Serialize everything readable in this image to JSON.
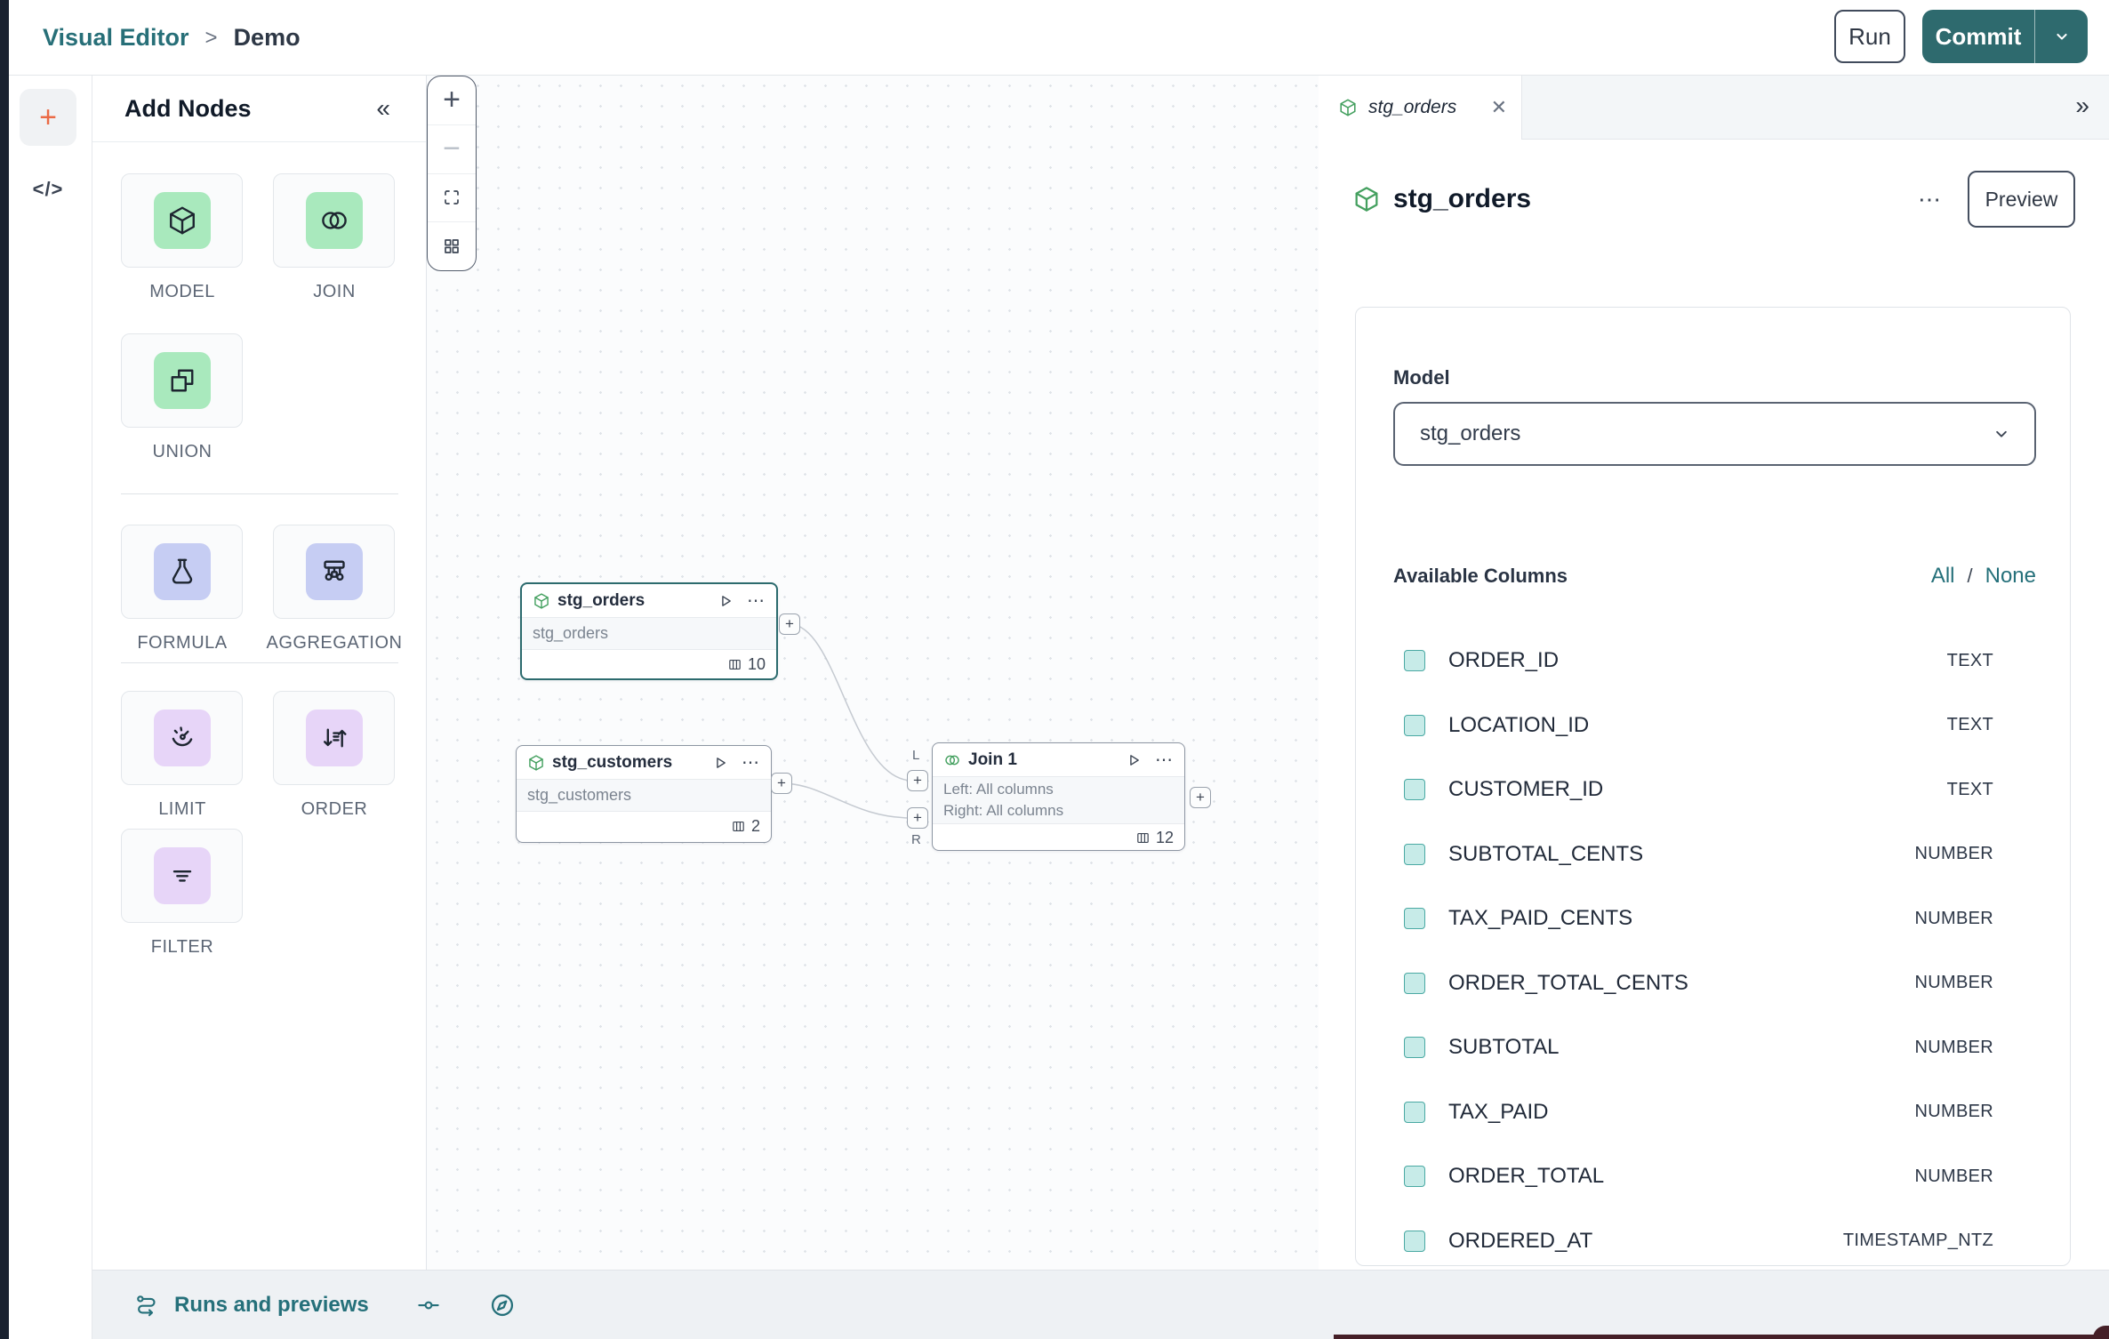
{
  "header": {
    "breadcrumb": {
      "root": "Visual Editor",
      "separator": ">",
      "current": "Demo"
    },
    "run_label": "Run",
    "commit_label": "Commit"
  },
  "rail": {
    "add_glyph": "+",
    "code_glyph": "</>"
  },
  "add_nodes": {
    "title": "Add Nodes",
    "collapse_glyph": "«",
    "items": [
      {
        "label": "MODEL",
        "icon": "cube-icon",
        "color": "green"
      },
      {
        "label": "JOIN",
        "icon": "venn-icon",
        "color": "green"
      },
      {
        "label": "UNION",
        "icon": "union-icon",
        "color": "green"
      },
      {
        "label": "FORMULA",
        "icon": "flask-icon",
        "color": "blue"
      },
      {
        "label": "AGGREGATION",
        "icon": "aggregation-icon",
        "color": "blue"
      },
      {
        "label": "LIMIT",
        "icon": "gauge-icon",
        "color": "purple"
      },
      {
        "label": "ORDER",
        "icon": "sort-icon",
        "color": "purple"
      },
      {
        "label": "FILTER",
        "icon": "filter-icon",
        "color": "purple"
      }
    ]
  },
  "canvas": {
    "nodes": [
      {
        "title": "stg_orders",
        "subtitle": "stg_orders",
        "columns_count": "10",
        "selected": true
      },
      {
        "title": "stg_customers",
        "subtitle": "stg_customers",
        "columns_count": "2",
        "selected": false
      },
      {
        "title": "Join 1",
        "body_line_1": "Left: All columns",
        "body_line_2": "Right: All columns",
        "columns_count": "12",
        "port_left": "L",
        "port_right": "R",
        "selected": false
      }
    ],
    "handle_glyph": "+"
  },
  "inspector": {
    "tab": {
      "title": "stg_orders",
      "close_glyph": "✕"
    },
    "collapse_glyph": "»",
    "title": "stg_orders",
    "menu_glyph": "⋯",
    "preview_label": "Preview",
    "model_label": "Model",
    "model_value": "stg_orders",
    "columns_header": "Available Columns",
    "select_all_label": "All",
    "select_divider": "/",
    "select_none_label": "None",
    "columns": [
      {
        "name": "ORDER_ID",
        "type": "TEXT"
      },
      {
        "name": "LOCATION_ID",
        "type": "TEXT"
      },
      {
        "name": "CUSTOMER_ID",
        "type": "TEXT"
      },
      {
        "name": "SUBTOTAL_CENTS",
        "type": "NUMBER"
      },
      {
        "name": "TAX_PAID_CENTS",
        "type": "NUMBER"
      },
      {
        "name": "ORDER_TOTAL_CENTS",
        "type": "NUMBER"
      },
      {
        "name": "SUBTOTAL",
        "type": "NUMBER"
      },
      {
        "name": "TAX_PAID",
        "type": "NUMBER"
      },
      {
        "name": "ORDER_TOTAL",
        "type": "NUMBER"
      },
      {
        "name": "ORDERED_AT",
        "type": "TIMESTAMP_NTZ"
      }
    ]
  },
  "footer": {
    "runs_label": "Runs and previews"
  },
  "colors": {
    "accent_teal": "#2E6A6E",
    "link_teal": "#25707A",
    "breadcrumb_teal": "#276F78",
    "node_icon_green": "#A9E9BD",
    "node_icon_blue": "#C6CDF3",
    "node_icon_purple": "#E7D5F8",
    "checkbox_fill": "#C7EBE8",
    "checkbox_border": "#4AA9A3",
    "plus_orange": "#EB6A45",
    "selected_node_border": "#2C6B6E"
  }
}
